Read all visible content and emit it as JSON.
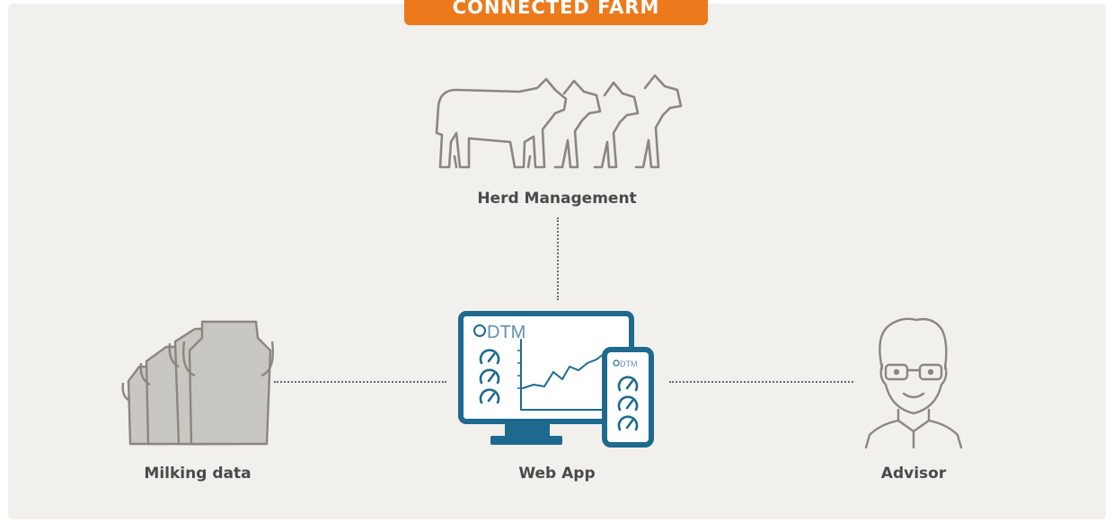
{
  "banner": {
    "title": "CONNECTED FARM"
  },
  "nodes": {
    "herd": {
      "label": "Herd Management",
      "icon": "cows-icon"
    },
    "milking": {
      "label": "Milking data",
      "icon": "milk-cans-icon"
    },
    "webapp": {
      "label": "Web App",
      "icon": "monitor-phone-icon"
    },
    "advisor": {
      "label": "Advisor",
      "icon": "person-icon"
    }
  },
  "webapp_screen": {
    "logo": "DTM",
    "logo_small": "DTM"
  },
  "colors": {
    "banner": "#ec7a1c",
    "background": "#f1f0ec",
    "device": "#1e6a8e",
    "icon_outline": "#8a8780",
    "text": "#4a4a4a"
  }
}
